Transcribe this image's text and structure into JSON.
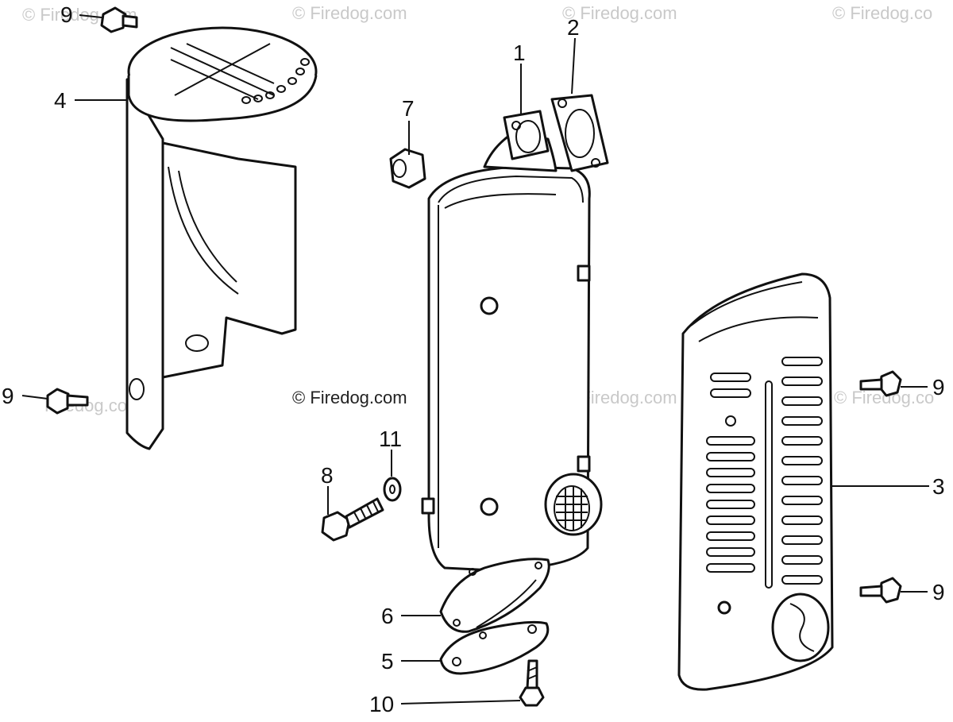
{
  "diagram": {
    "watermarks": [
      {
        "id": "wm-top-left",
        "text": "© Firedog.com"
      },
      {
        "id": "wm-top-mid",
        "text": "© Firedog.com"
      },
      {
        "id": "wm-top-right",
        "text": "© Firedog.com"
      },
      {
        "id": "wm-top-far-right",
        "text": "© Firedog.co"
      },
      {
        "id": "wm-mid-left",
        "text": "Firedog.com"
      },
      {
        "id": "wm-center",
        "text": "© Firedog.com"
      },
      {
        "id": "wm-mid-right",
        "text": "© Firedog.com"
      },
      {
        "id": "wm-mid-far-right",
        "text": "© Firedog.co"
      }
    ],
    "callouts": [
      {
        "id": "callout-9-top-left",
        "number": "9"
      },
      {
        "id": "callout-4",
        "number": "4"
      },
      {
        "id": "callout-9-left",
        "number": "9"
      },
      {
        "id": "callout-7",
        "number": "7"
      },
      {
        "id": "callout-1",
        "number": "1"
      },
      {
        "id": "callout-2",
        "number": "2"
      },
      {
        "id": "callout-11",
        "number": "11"
      },
      {
        "id": "callout-8",
        "number": "8"
      },
      {
        "id": "callout-6",
        "number": "6"
      },
      {
        "id": "callout-5",
        "number": "5"
      },
      {
        "id": "callout-10",
        "number": "10"
      },
      {
        "id": "callout-9-right-top",
        "number": "9"
      },
      {
        "id": "callout-3",
        "number": "3"
      },
      {
        "id": "callout-9-right-bottom",
        "number": "9"
      }
    ]
  }
}
